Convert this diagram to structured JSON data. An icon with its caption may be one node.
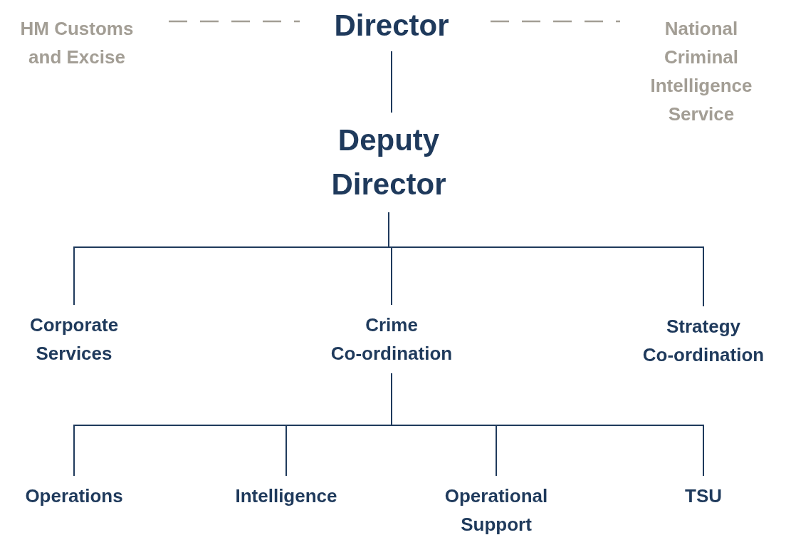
{
  "diagram": {
    "nodes": [
      {
        "text": [
          "HM Customs and Excise"
        ]
      },
      {
        "text": [
          "Director"
        ]
      },
      {
        "text": [
          "National Criminal Intelligence Service"
        ]
      },
      {
        "text": [
          "Deputy Director"
        ]
      },
      {
        "text": [
          "Corporate Services"
        ]
      },
      {
        "text": [
          "Crime Co-ordination"
        ]
      },
      {
        "text": [
          "Strategy Co-ordination"
        ]
      },
      {
        "text": [
          "Operations"
        ]
      },
      {
        "text": [
          "Intelligence"
        ]
      },
      {
        "text": [
          "Operational Support"
        ]
      },
      {
        "text": [
          "TSU"
        ]
      }
    ],
    "edges": [
      {
        "from": 0,
        "to": 1,
        "arrow": "none",
        "style": "dashed",
        "color": "#a39e95"
      },
      {
        "from": 1,
        "to": 2,
        "arrow": "none",
        "style": "dashed",
        "color": "#a39e95"
      },
      {
        "from": 1,
        "to": 3,
        "arrow": "none"
      },
      {
        "from": 3,
        "to": 4,
        "arrow": "none"
      },
      {
        "from": 3,
        "to": 5,
        "arrow": "none"
      },
      {
        "from": 3,
        "to": 6,
        "arrow": "none"
      },
      {
        "from": 5,
        "to": 7,
        "arrow": "none"
      },
      {
        "from": 5,
        "to": 8,
        "arrow": "none"
      },
      {
        "from": 5,
        "to": 9,
        "arrow": "none"
      },
      {
        "from": 5,
        "to": 10,
        "arrow": "none"
      }
    ]
  }
}
